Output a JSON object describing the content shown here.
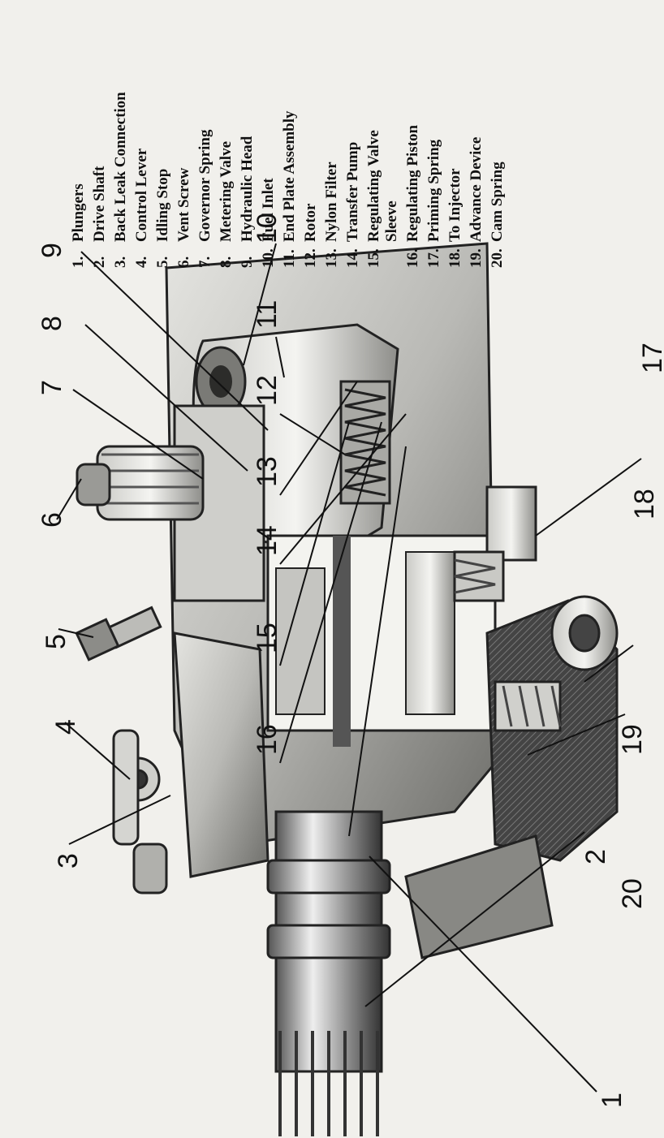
{
  "legend": [
    {
      "num": "1.",
      "text": "Plungers"
    },
    {
      "num": "2.",
      "text": "Drive Shaft"
    },
    {
      "num": "3.",
      "text": "Back Leak Connection"
    },
    {
      "num": "4.",
      "text": "Control Lever"
    },
    {
      "num": "5.",
      "text": "Idling Stop"
    },
    {
      "num": "6.",
      "text": "Vent Screw"
    },
    {
      "num": "7.",
      "text": "Governor Spring"
    },
    {
      "num": "8.",
      "text": "Metering Valve"
    },
    {
      "num": "9.",
      "text": "Hydraulic Head"
    },
    {
      "num": "10.",
      "text": "Fuel Inlet"
    },
    {
      "num": "11.",
      "text": "End Plate Assembly"
    },
    {
      "num": "12.",
      "text": "Rotor"
    },
    {
      "num": "13.",
      "text": "Nylon Filter"
    },
    {
      "num": "14.",
      "text": "Transfer Pump"
    },
    {
      "num": "15.",
      "text": "Regulating Valve",
      "text2": "Sleeve"
    },
    {
      "num": "16.",
      "text": "Regulating Piston"
    },
    {
      "num": "17.",
      "text": "Priming Spring"
    },
    {
      "num": "18.",
      "text": "To Injector"
    },
    {
      "num": "19.",
      "text": "Advance Device"
    },
    {
      "num": "20.",
      "text": "Cam Spring"
    }
  ],
  "callouts": [
    "1",
    "2",
    "3",
    "4",
    "5",
    "6",
    "7",
    "8",
    "9",
    "10",
    "11",
    "12",
    "13",
    "14",
    "15",
    "16",
    "17",
    "18",
    "19",
    "20"
  ],
  "colors": {
    "paper": "#f1f0ec",
    "ink": "#111111",
    "metal_light": "#d8d8d4",
    "metal_mid": "#9a9a96",
    "metal_dark": "#3a3a38"
  }
}
